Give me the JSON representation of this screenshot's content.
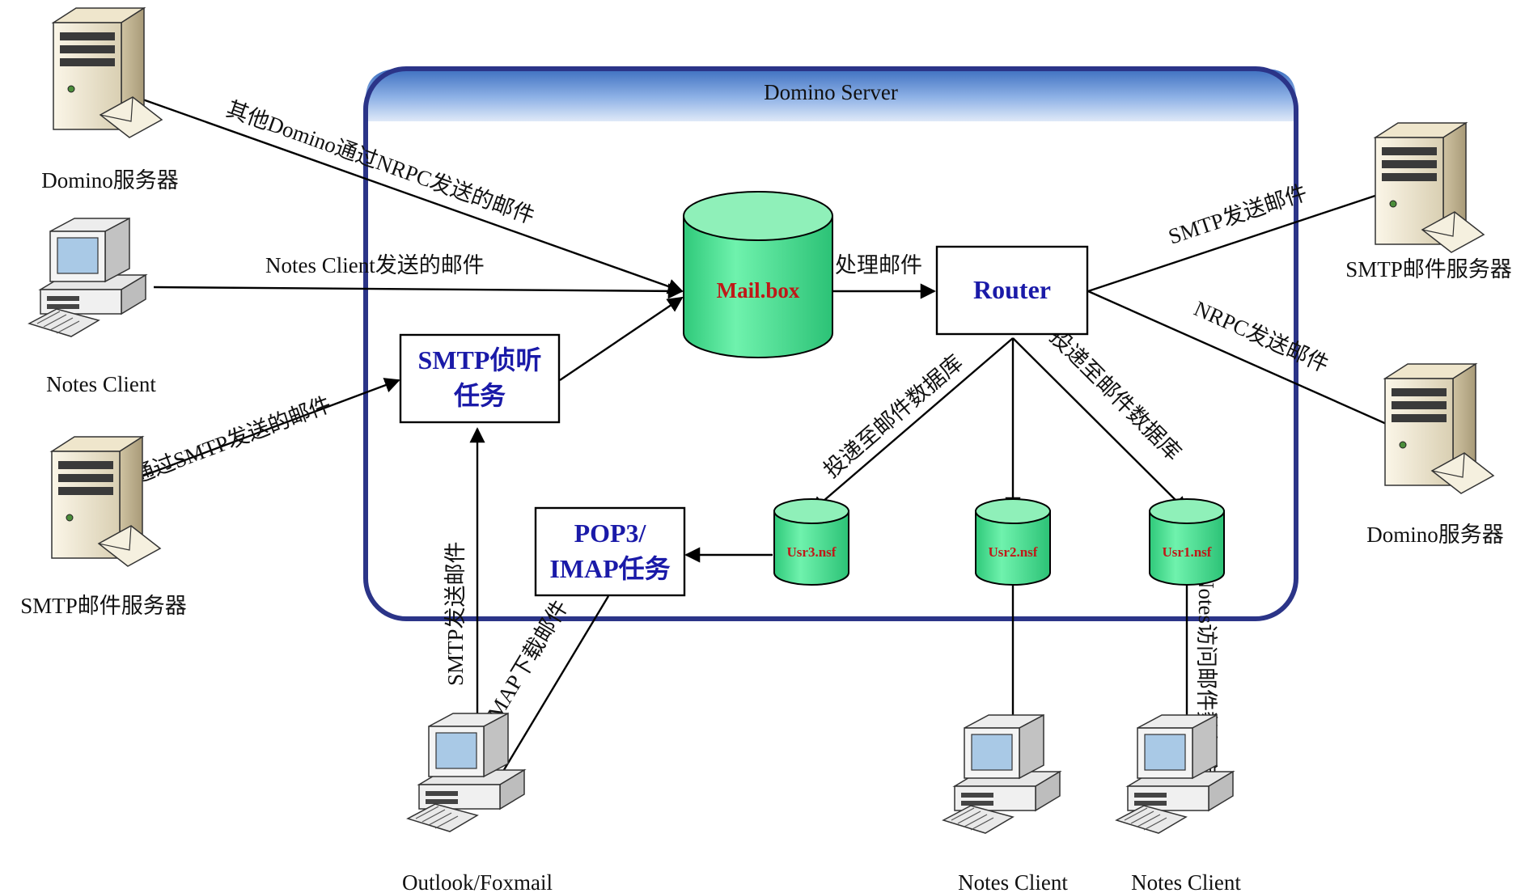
{
  "container": {
    "title": "Domino Server"
  },
  "nodes": {
    "mailbox": "Mail.box",
    "router": "Router",
    "smtp_listener": [
      "SMTP侦听",
      "任务"
    ],
    "pop3_task": [
      "POP3/",
      "IMAP任务"
    ],
    "usr3": "Usr3.nsf",
    "usr2": "Usr2.nsf",
    "usr1": "Usr1.nsf",
    "domino_left": "Domino服务器",
    "notes_client_left": "Notes Client",
    "smtp_server_left": "SMTP邮件服务器",
    "smtp_server_right": "SMTP邮件服务器",
    "domino_right": "Domino服务器",
    "outlook": "Outlook/Foxmail",
    "notes_client_b1": "Notes Client",
    "notes_client_b2": "Notes Client"
  },
  "edges": {
    "nrpc_in": "其他Domino通过NRPC发送的邮件",
    "notes_in": "Notes Client发送的邮件",
    "smtp_in": "通过SMTP发送的邮件",
    "process": "处理邮件",
    "smtp_out": "SMTP发送邮件",
    "nrpc_out": "NRPC发送邮件",
    "deliver_left": "投递至邮件数据库",
    "deliver_right": "投递至邮件数据库",
    "smtp_send": "SMTP发送邮件",
    "pop3_download": "POP3/IMAP下载邮件",
    "notes_access": "Notes访问邮件数据库"
  },
  "colors": {
    "container_border": "#2b3488",
    "container_header": "#5f8ed0",
    "db_fill": "#41e08e",
    "box_text": "#1a1aa8",
    "db_text": "#c01818"
  }
}
